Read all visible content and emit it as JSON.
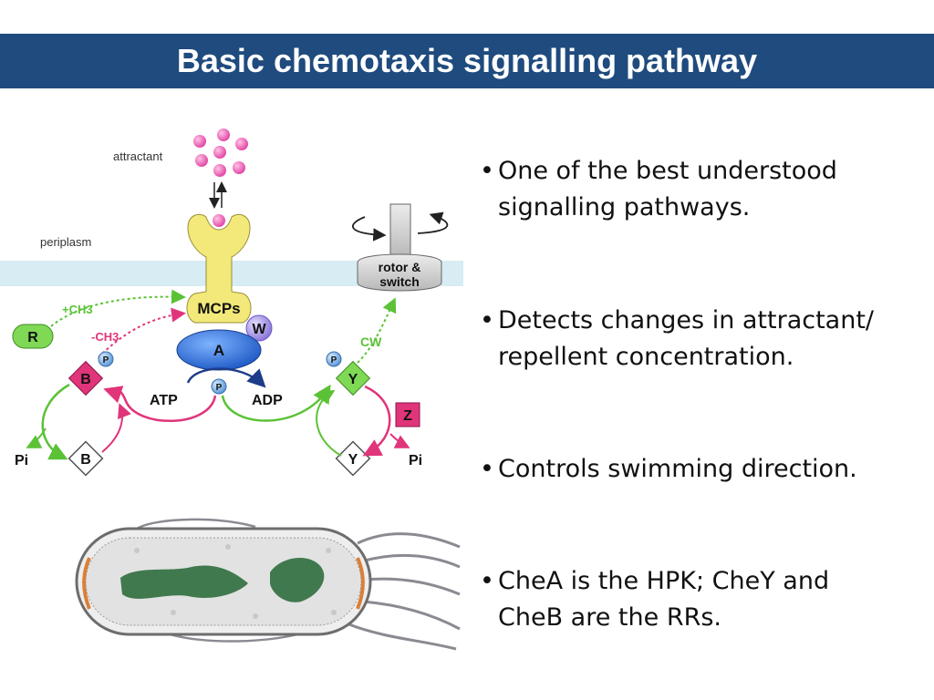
{
  "title": "Basic chemotaxis signalling pathway",
  "bullets": [
    "One of the best  understood signalling pathways.",
    "Detects changes in attractant/ repellent concentration.",
    "Controls swimming direction.",
    "CheA is the HPK; CheY and CheB are the RRs."
  ],
  "diagram": {
    "attractant": "attractant",
    "periplasm": "periplasm",
    "receptor": "MCPs",
    "kinase": "A",
    "adaptor": "W",
    "phospho": "P",
    "methylesterase": "B",
    "methyltransferase": "R",
    "response_regulator": "Y",
    "phosphatase": "Z",
    "atp": "ATP",
    "adp": "ADP",
    "methyl_add": "+CH3",
    "methyl_remove": "-CH3",
    "pi": "Pi",
    "rotation": "CW",
    "motor_line1": "rotor &",
    "motor_line2": "switch"
  },
  "colors": {
    "title_bar": "#1f4b7e",
    "receptor": "#f3e97a",
    "kinase": "#2f6fd0",
    "membrane": "#d7ecf3",
    "green": "#5bc236",
    "magenta": "#e0357a",
    "attractant": "#f06ab8"
  }
}
